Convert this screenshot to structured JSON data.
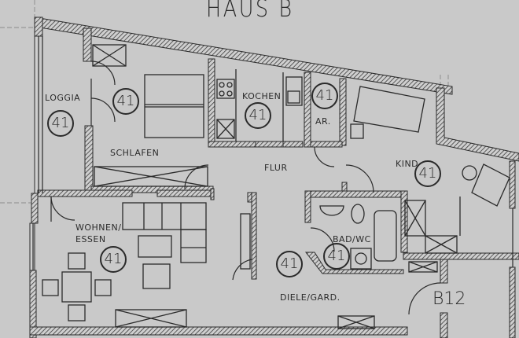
{
  "header": {
    "title": "HAUS  B"
  },
  "apartment": {
    "number": "B12"
  },
  "colors": {
    "background": "#c9c9c9",
    "line": "#2a2a2a",
    "hatch": "#3a3a3a"
  },
  "rooms": [
    {
      "id": "loggia",
      "label": "LOGGIA",
      "unit": "41"
    },
    {
      "id": "schlafen",
      "label": "SCHLAFEN",
      "unit": "41"
    },
    {
      "id": "kochen",
      "label": "KOCHEN",
      "unit": "41"
    },
    {
      "id": "abstellraum",
      "label": "AR.",
      "unit": "41"
    },
    {
      "id": "kind",
      "label": "KIND",
      "unit": "41"
    },
    {
      "id": "flur",
      "label": "FLUR"
    },
    {
      "id": "wohnen",
      "label_line1": "WOHNEN/",
      "label_line2": "ESSEN",
      "unit": "41"
    },
    {
      "id": "bad",
      "label": "BAD/WC",
      "unit": "41"
    },
    {
      "id": "diele",
      "label": "DIELE/GARD.",
      "unit": "41"
    }
  ]
}
